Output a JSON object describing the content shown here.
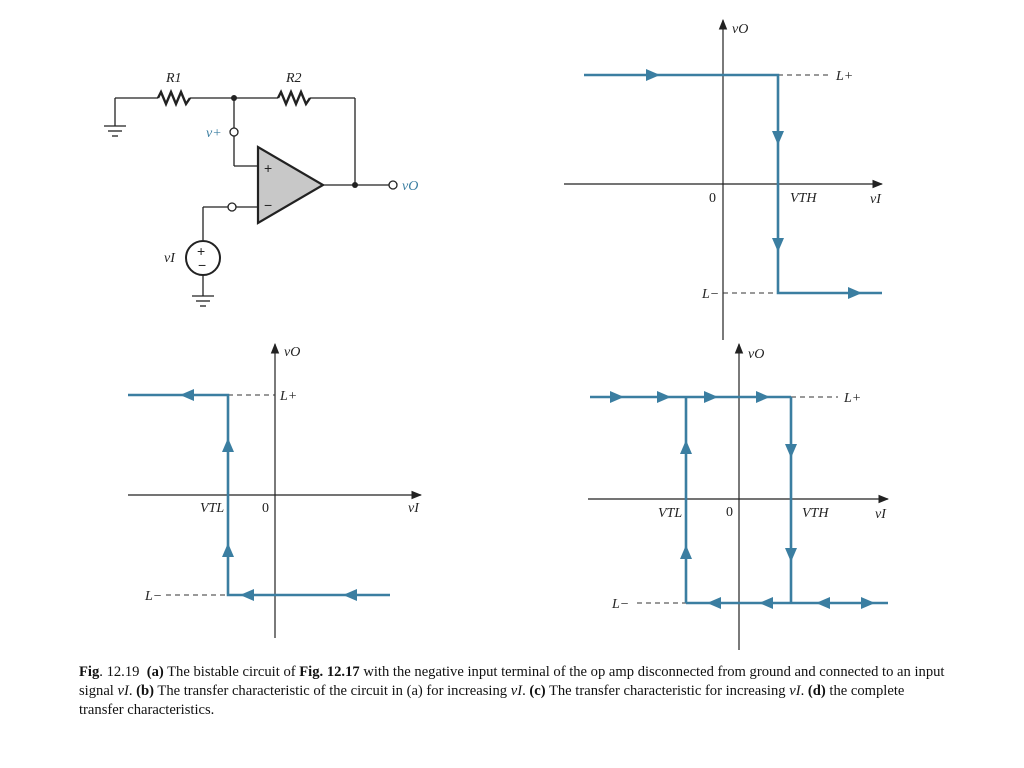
{
  "circuit": {
    "r1": "R1",
    "r2": "R2",
    "v_plus": "v+",
    "v_out": "vO",
    "v_in": "vI",
    "plus_sign": "+",
    "minus_sign": "−"
  },
  "panel_b": {
    "y_axis": "vO",
    "x_axis": "vI",
    "origin": "0",
    "threshold": "VTH",
    "l_plus": "L+",
    "l_minus": "L−"
  },
  "panel_c": {
    "y_axis": "vO",
    "x_axis": "vI",
    "origin": "0",
    "threshold": "VTL",
    "l_plus": "L+",
    "l_minus": "L−"
  },
  "panel_d": {
    "y_axis": "vO",
    "x_axis": "vI",
    "origin": "0",
    "threshold_low": "VTL",
    "threshold_high": "VTH",
    "l_plus": "L+",
    "l_minus": "L−"
  },
  "caption": {
    "fig_label": "Fig",
    "fig_number": ". 12.19",
    "part_a": "(a)",
    "text_a1": "The bistable circuit of",
    "ref_fig": "Fig. 12.17",
    "text_a2": "with the negative input terminal of the op amp disconnected from ground and connected to an input signal",
    "var": "vI",
    "part_b": "(b)",
    "text_b": "The transfer characteristic of the circuit in (a) for increasing",
    "part_c": "(c)",
    "text_c": "The transfer characteristic for increasing",
    "part_d": "(d)",
    "text_d": "the complete transfer characteristics."
  },
  "colors": {
    "trace": "#3b7ea1",
    "opamp_fill": "#c8c8c8"
  }
}
